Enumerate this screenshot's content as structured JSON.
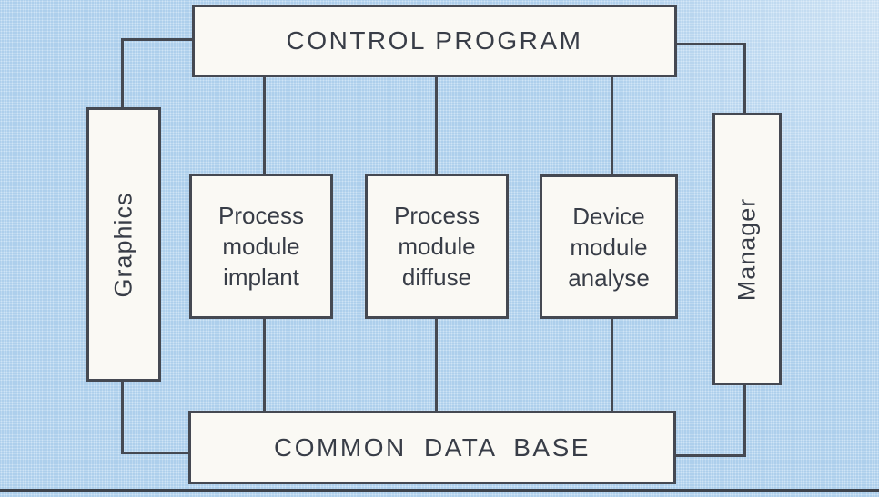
{
  "diagram": {
    "control_program": "CONTROL PROGRAM",
    "graphics": "Graphics",
    "manager": "Manager",
    "modules": [
      {
        "name": "process-module-implant",
        "text": "Process\nmodule\nimplant"
      },
      {
        "name": "process-module-diffuse",
        "text": "Process\nmodule\ndiffuse"
      },
      {
        "name": "device-module-analyse",
        "text": "Device\nmodule\nanalyse"
      }
    ],
    "common_data_base": "COMMON DATA BASE",
    "colors": {
      "background": "#a7cbea",
      "box_fill": "#faf9f4",
      "line": "#454952",
      "text": "#383d47"
    }
  }
}
